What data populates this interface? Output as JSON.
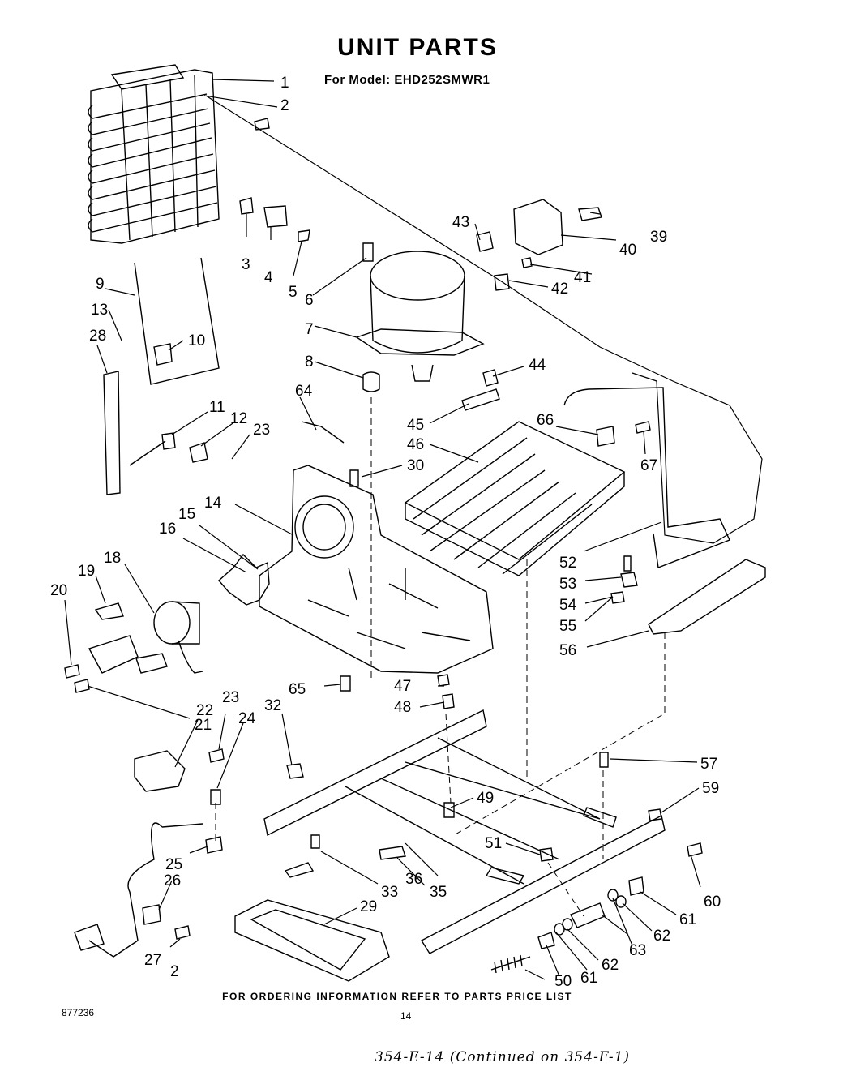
{
  "header": {
    "title": "UNIT PARTS",
    "model_line": "For Model: EHD252SMWR1"
  },
  "footer": {
    "ordering_note": "FOR ORDERING INFORMATION REFER TO PARTS PRICE LIST",
    "document_number": "877236",
    "page_number": "14",
    "handwritten_note": "354-E-14  (Continued on 354-F-1)"
  },
  "callouts": {
    "c1": "1",
    "c2": "2",
    "c3": "3",
    "c4": "4",
    "c5": "5",
    "c6": "6",
    "c7": "7",
    "c8": "8",
    "c9": "9",
    "c10": "10",
    "c11": "11",
    "c12": "12",
    "c13": "13",
    "c14": "14",
    "c15": "15",
    "c16": "16",
    "c18": "18",
    "c19": "19",
    "c20": "20",
    "c21": "21",
    "c22": "22",
    "c23a": "23",
    "c23b": "23",
    "c24": "24",
    "c25": "25",
    "c26": "26",
    "c27": "27",
    "c2b": "2",
    "c28": "28",
    "c29": "29",
    "c30": "30",
    "c32": "32",
    "c33": "33",
    "c35": "35",
    "c36": "36",
    "c39": "39",
    "c40": "40",
    "c41": "41",
    "c42": "42",
    "c43": "43",
    "c44": "44",
    "c45": "45",
    "c46": "46",
    "c47": "47",
    "c48": "48",
    "c49": "49",
    "c50": "50",
    "c51": "51",
    "c52": "52",
    "c53": "53",
    "c54": "54",
    "c55": "55",
    "c56": "56",
    "c57": "57",
    "c59": "59",
    "c60": "60",
    "c61a": "61",
    "c61b": "61",
    "c62a": "62",
    "c62b": "62",
    "c63": "63",
    "c64": "64",
    "c65": "65",
    "c66": "66",
    "c67": "67"
  }
}
